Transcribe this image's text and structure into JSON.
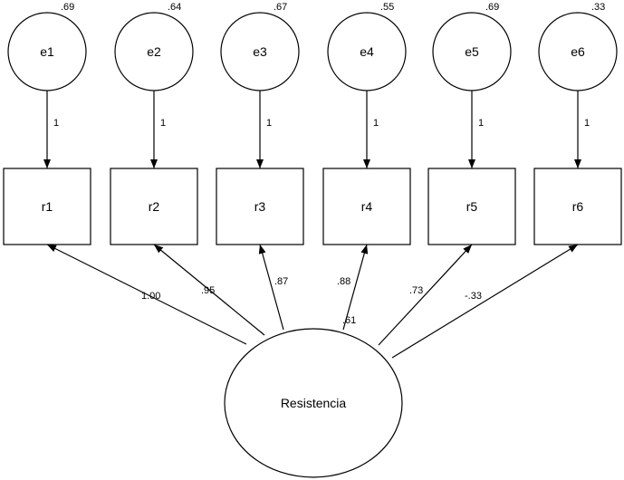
{
  "errors": [
    {
      "label": "e1",
      "variance": ".69",
      "path": "1"
    },
    {
      "label": "e2",
      "variance": ".64",
      "path": "1"
    },
    {
      "label": "e3",
      "variance": ".67",
      "path": "1"
    },
    {
      "label": "e4",
      "variance": ".55",
      "path": "1"
    },
    {
      "label": "e5",
      "variance": ".69",
      "path": "1"
    },
    {
      "label": "e6",
      "variance": ".33",
      "path": "1"
    }
  ],
  "indicators": [
    {
      "label": "r1",
      "loading": "1.00"
    },
    {
      "label": "r2",
      "loading": ".95"
    },
    {
      "label": "r3",
      "loading": ".87"
    },
    {
      "label": "r4",
      "loading": ".88"
    },
    {
      "label": "r5",
      "loading": ".73"
    },
    {
      "label": "r6",
      "loading": "-.33"
    }
  ],
  "factor": {
    "label": "Resistencia",
    "variance": ".61"
  }
}
